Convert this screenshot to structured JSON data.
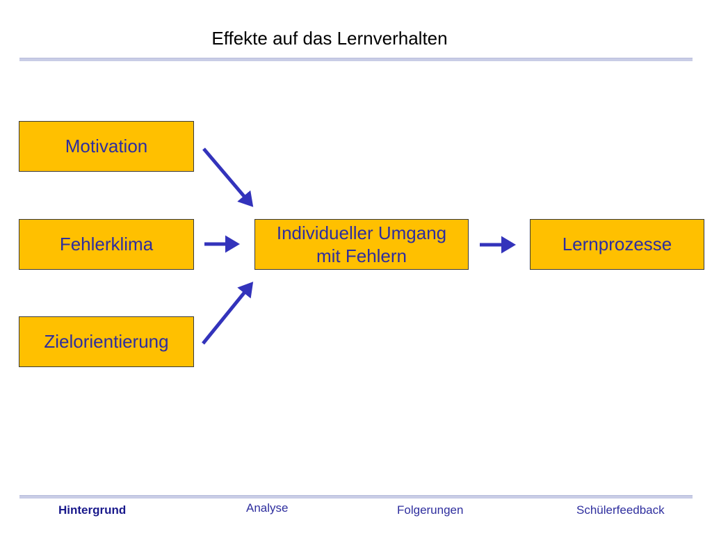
{
  "title": "Effekte auf das Lernverhalten",
  "colors": {
    "box_fill": "#ffc000",
    "box_text": "#2e2e9e",
    "arrow": "#3333bb",
    "rule": "#c9cde6"
  },
  "diagram": {
    "inputs": [
      {
        "label": "Motivation"
      },
      {
        "label": "Fehlerklima"
      },
      {
        "label": "Zielorientierung"
      }
    ],
    "center": {
      "line1": "Individueller Umgang",
      "line2": "mit Fehlern"
    },
    "output": {
      "label": "Lernprozesse"
    }
  },
  "nav": {
    "items": [
      {
        "label": "Hintergrund",
        "active": true
      },
      {
        "label": "Analyse"
      },
      {
        "label": "Folgerungen"
      },
      {
        "label": "Schülerfeedback"
      }
    ]
  }
}
